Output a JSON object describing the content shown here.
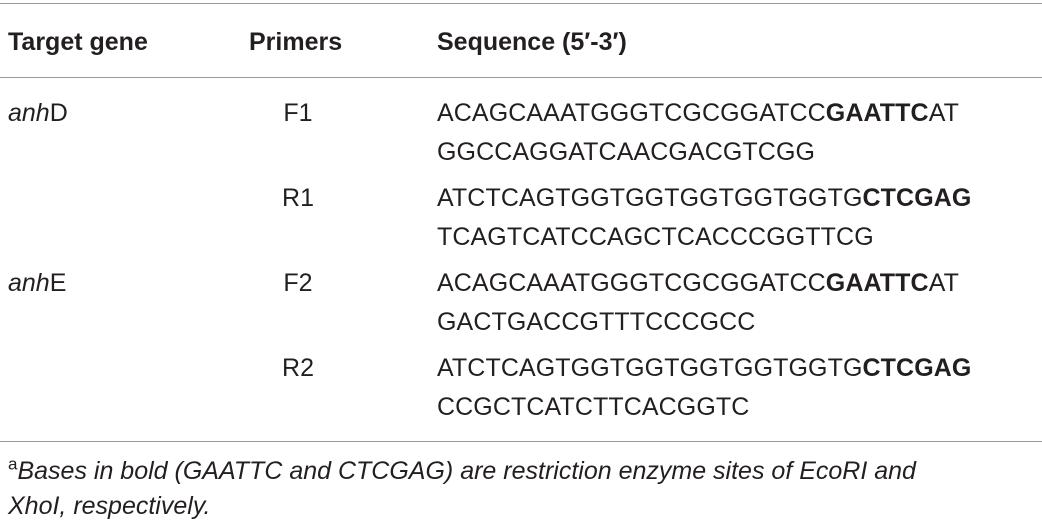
{
  "table": {
    "headers": {
      "target_gene": "Target gene",
      "primers": "Primers",
      "sequence": "Sequence (5′-3′)"
    },
    "rows": [
      {
        "gene_prefix": "anh",
        "gene_suffix": "D",
        "primer": "F1",
        "line1_pre": "ACAGCAAATGGGTCGCGGATCC",
        "line1_bold": "GAATTC",
        "line1_post": "AT",
        "line2": "GGCCAGGATCAACGACGTCGG"
      },
      {
        "gene_prefix": "",
        "gene_suffix": "",
        "primer": "R1",
        "line1_pre": "ATCTCAGTGGTGGTGGTGGTGGTG",
        "line1_bold": "CTCGAG",
        "line1_post": "",
        "line2": "TCAGTCATCCAGCTCACCCGGTTCG"
      },
      {
        "gene_prefix": "anh",
        "gene_suffix": "E",
        "primer": "F2",
        "line1_pre": "ACAGCAAATGGGTCGCGGATCC",
        "line1_bold": "GAATTC",
        "line1_post": "AT",
        "line2": "GACTGACCGTTTCCCGCC"
      },
      {
        "gene_prefix": "",
        "gene_suffix": "",
        "primer": "R2",
        "line1_pre": "ATCTCAGTGGTGGTGGTGGTGGTG",
        "line1_bold": "CTCGAG",
        "line1_post": "",
        "line2": "CCGCTCATCTTCACGGTC"
      }
    ]
  },
  "footnote": {
    "marker": "a",
    "line1": "Bases in bold (GAATTC and CTCGAG) are restriction enzyme sites of EcoRI and",
    "line2": "XhoI, respectively."
  }
}
